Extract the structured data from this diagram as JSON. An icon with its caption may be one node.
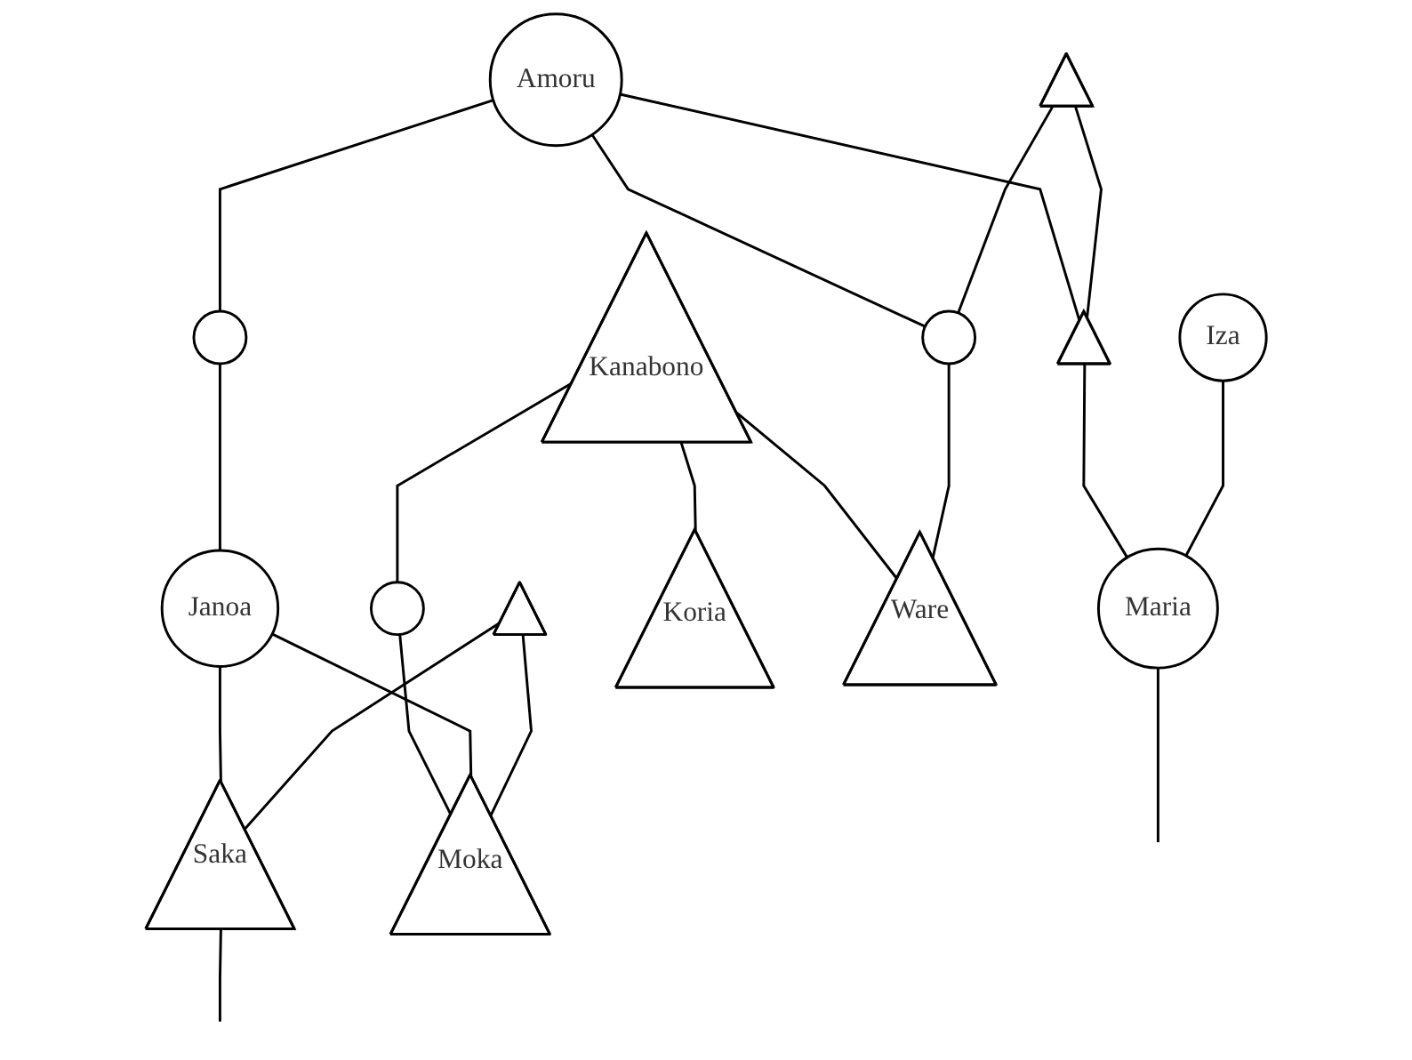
{
  "diagram": {
    "nodes": [
      {
        "text": [],
        "shape": "triangle"
      },
      {
        "text": [
          "Amoru"
        ]
      },
      {
        "text": [],
        "shape": "circle"
      },
      {
        "text": [
          "Iza"
        ]
      },
      {
        "text": [],
        "shape": "triangle"
      },
      {
        "text": [],
        "shape": "circle"
      },
      {
        "text": [
          "Kanabono"
        ]
      },
      {
        "text": [],
        "shape": "triangle"
      },
      {
        "text": [
          "Janoa"
        ]
      },
      {
        "text": [
          "Maria"
        ]
      },
      {
        "text": [
          "Ware"
        ]
      },
      {
        "text": [
          "Koria"
        ]
      },
      {
        "text": [],
        "shape": "circle"
      },
      {
        "text": [
          "Moka"
        ]
      },
      {
        "text": [
          "Saka"
        ]
      }
    ],
    "edges": [
      {
        "from": 1,
        "to": 2,
        "arrow": "none"
      },
      {
        "from": 0,
        "to": 4,
        "arrow": "none"
      },
      {
        "from": 0,
        "to": 5,
        "arrow": "none"
      },
      {
        "from": 1,
        "to": 4,
        "arrow": "none"
      },
      {
        "from": 1,
        "to": 5,
        "arrow": "none"
      },
      {
        "from": 2,
        "to": 8,
        "arrow": "none"
      },
      {
        "from": 3,
        "to": 9,
        "arrow": "none"
      },
      {
        "from": 4,
        "to": 9,
        "arrow": "none"
      },
      {
        "from": 5,
        "to": 10,
        "arrow": "none"
      },
      {
        "from": 6,
        "to": 10,
        "arrow": "none"
      },
      {
        "from": 6,
        "to": 11,
        "arrow": "none"
      },
      {
        "from": 6,
        "to": 12,
        "arrow": "none"
      },
      {
        "from": 7,
        "to": 13,
        "arrow": "none"
      },
      {
        "from": 7,
        "to": 14,
        "arrow": "none"
      },
      {
        "from": 8,
        "to": 13,
        "arrow": "none"
      },
      {
        "from": 8,
        "to": 14,
        "arrow": "none"
      },
      {
        "from": 12,
        "to": 13,
        "arrow": "none"
      },
      {
        "from": 9,
        "to": null,
        "arrow": "none"
      },
      {
        "from": 14,
        "to": null,
        "arrow": "none"
      }
    ]
  }
}
